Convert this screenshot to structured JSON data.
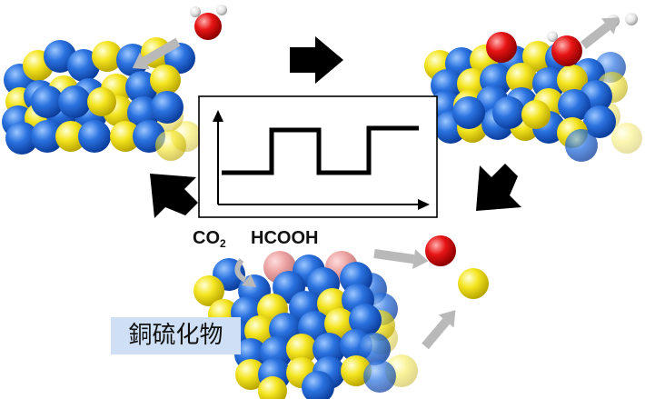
{
  "labels": {
    "co2_main": "CO",
    "co2_sub": "2",
    "hcooh": "HCOOH",
    "material": "銅硫化物"
  },
  "colors": {
    "copper_atom": "#1e64d6",
    "sulfur_atom": "#f2e21c",
    "oxygen_atom": "#e41010",
    "hydrogen_atom": "#e6e6e6",
    "cycle_arrow": "#000000",
    "process_arrow": "#b9b9b9",
    "label_highlight": "#cfe0f6"
  },
  "icons": {
    "cycle_arrows": "thick-black-arrow",
    "inset_plot": "step-waveform"
  }
}
